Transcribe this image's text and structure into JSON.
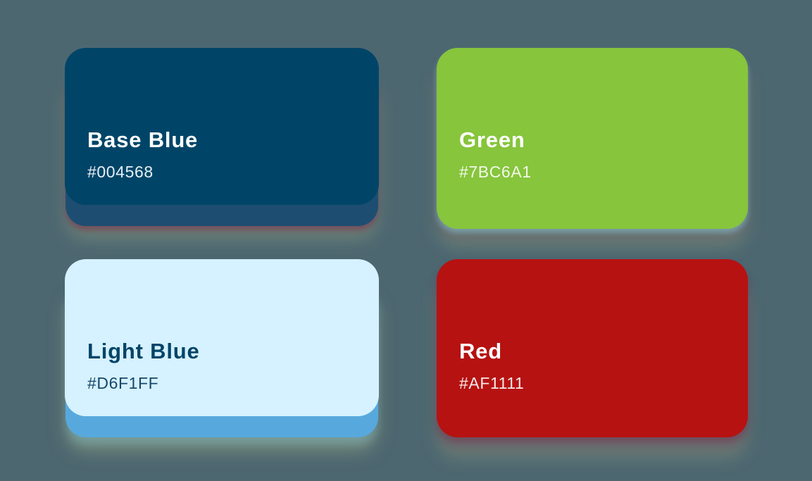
{
  "canvas": {
    "background": "#4D6771"
  },
  "swatches": [
    {
      "name": "Base Blue",
      "hex": "#004568",
      "colors": {
        "card": "#004568",
        "layer": "#1D4E72",
        "title": "#FFFFFF",
        "subtitle": "#E8F0F5"
      }
    },
    {
      "name": "Green",
      "hex": "#7BC6A1",
      "colors": {
        "card": "#86C53C",
        "layer": "#86C53C",
        "title": "#FFFFFF",
        "subtitle": "#F2F8E9"
      }
    },
    {
      "name": "Light Blue",
      "hex": "#D6F1FF",
      "colors": {
        "card": "#D6F1FF",
        "layer": "#57A9DD",
        "title": "#004568",
        "subtitle": "#15486B"
      }
    },
    {
      "name": "Red",
      "hex": "#AF1111",
      "colors": {
        "card": "#B61212",
        "layer": "#B61212",
        "title": "#FFFFFF",
        "subtitle": "#F7E9E9"
      }
    }
  ]
}
